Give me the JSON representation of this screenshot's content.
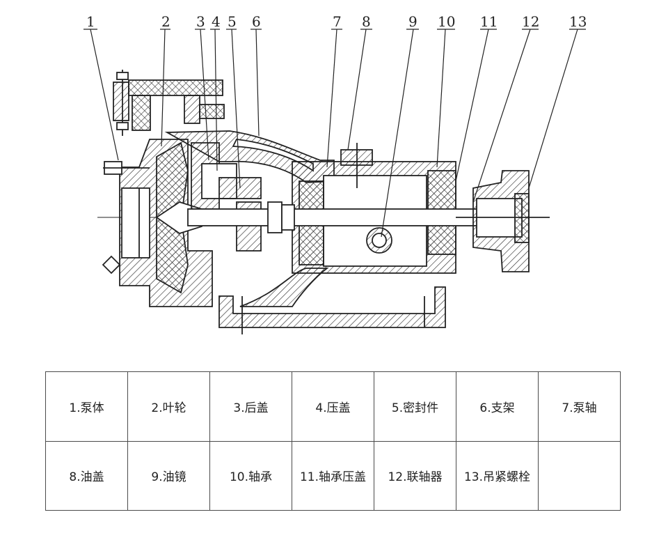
{
  "diagram": {
    "callouts": [
      "1",
      "2",
      "3",
      "4",
      "5",
      "6",
      "7",
      "8",
      "9",
      "10",
      "11",
      "12",
      "13"
    ]
  },
  "legend": {
    "rows": [
      [
        "1.泵体",
        "2.叶轮",
        "3.后盖",
        "4.压盖",
        "5.密封件",
        "6.支架",
        "7.泵轴"
      ],
      [
        "8.油盖",
        "9.油镜",
        "10.轴承",
        "11.轴承压盖",
        "12.联轴器",
        "13.吊紧螺栓",
        ""
      ]
    ]
  }
}
